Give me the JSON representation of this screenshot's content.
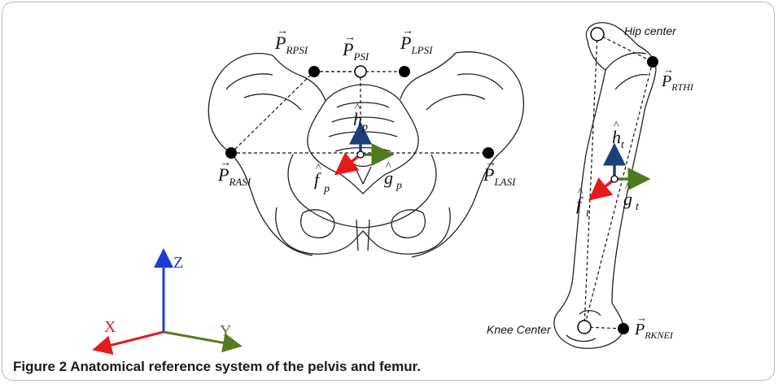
{
  "caption": "Figure 2 Anatomical reference system of the pelvis and femur.",
  "pelvis": {
    "landmarks": {
      "rpsi": "RPSI",
      "psi": "PSI",
      "lpsi": "LPSI",
      "rasi": "RASI",
      "lasi": "LASI"
    },
    "landmark_prefix": "P",
    "axes": {
      "h": {
        "letter": "h",
        "sub": "p"
      },
      "f": {
        "letter": "f",
        "sub": "p"
      },
      "g": {
        "letter": "g",
        "sub": "p"
      }
    }
  },
  "femur": {
    "hip_center": "Hip center",
    "knee_center": "Knee Center",
    "landmarks": {
      "rthi": "RTHI",
      "rknei": "RKNEI"
    },
    "axes": {
      "h": {
        "letter": "h",
        "sub": "t"
      },
      "f": {
        "letter": "f",
        "sub": "t"
      },
      "g": {
        "letter": "g",
        "sub": "t"
      }
    }
  },
  "global_axes": {
    "x": "X",
    "y": "Y",
    "z": "Z"
  },
  "colors": {
    "x_axis": "#e41a1c",
    "y_axis": "#5a7a20",
    "z_axis": "#1f3bd6",
    "h_axis": "#1c3f7a",
    "f_axis": "#e41a1c",
    "g_axis": "#4f7a1e",
    "bone_outline": "#222222",
    "landmark_fill": "#000000"
  }
}
